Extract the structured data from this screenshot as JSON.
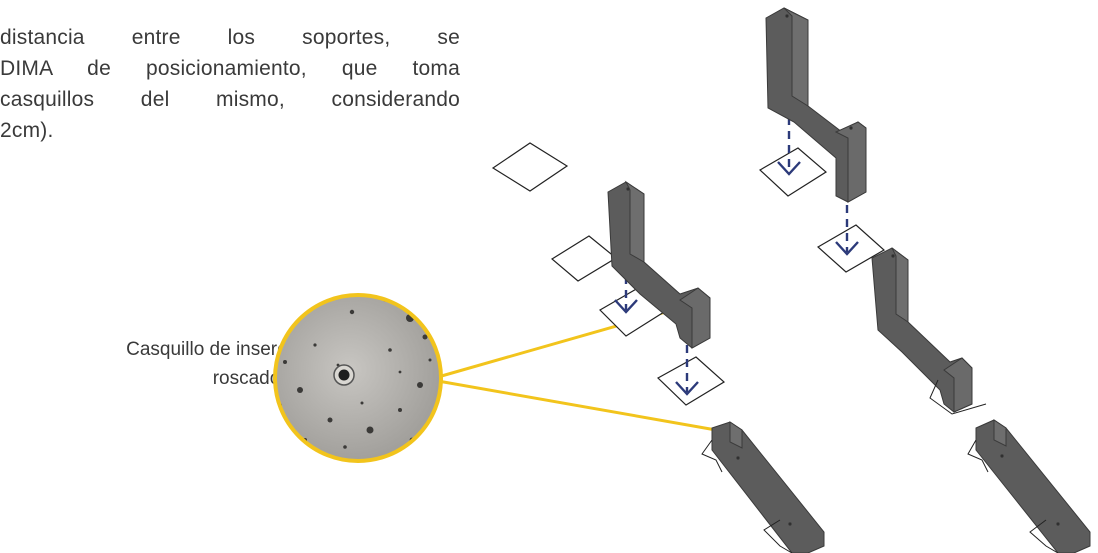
{
  "intro_text": {
    "line1": "distancia entre los soportes, se",
    "line2": "DIMA de posicionamiento, que toma",
    "line3": "casquillos del mismo, considerando",
    "line4": "2cm)."
  },
  "callout": {
    "line1": "Casquillo de inserción",
    "line2": "roscado M8"
  },
  "colors": {
    "text": "#3a3a3a",
    "block": "#5b5b5b",
    "callout_ring": "#f2c41c",
    "arrow": "#2c3a7a",
    "outline": "#222222"
  }
}
